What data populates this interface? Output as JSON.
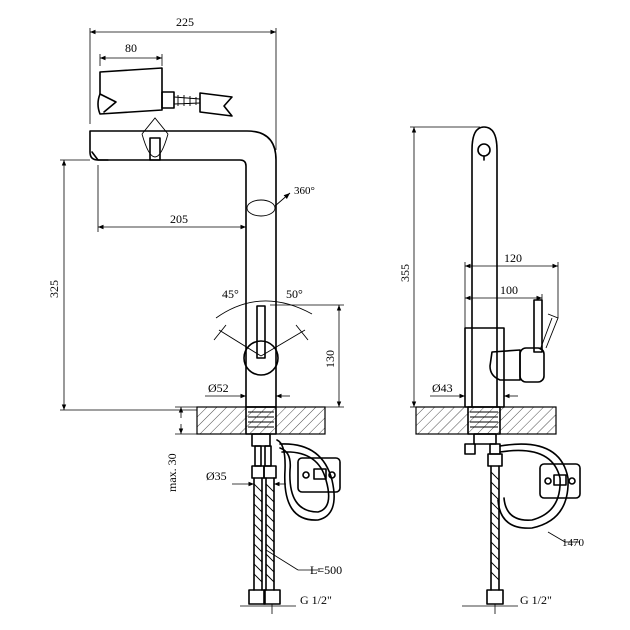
{
  "diagram": {
    "front_view": {
      "width_total": "225",
      "spout_head": "80",
      "reach": "205",
      "height": "325",
      "rotation": "360°",
      "lever_left": "45°",
      "lever_right": "50°",
      "lever_height": "130",
      "body_diameter": "Ø52",
      "max_thickness": "max. 30",
      "thread_diameter": "Ø35",
      "hose_length": "L=500",
      "connection": "G 1/2\""
    },
    "side_view": {
      "height": "355",
      "depth_1": "120",
      "depth_2": "100",
      "body_diameter": "Ø43",
      "pullout_length": "1470",
      "connection": "G 1/2\""
    }
  }
}
